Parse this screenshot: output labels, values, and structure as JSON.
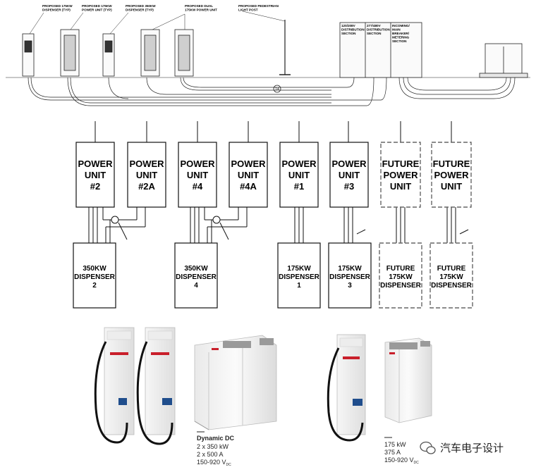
{
  "site_plan": {
    "callouts": [
      {
        "lines": [
          "PROPOSED 175KW",
          "DISPENSER (TYP)"
        ]
      },
      {
        "lines": [
          "PROPOSED 175KW",
          "POWER UNIT (TYP)"
        ]
      },
      {
        "lines": [
          "PROPOSED 350KW",
          "DISPENSER (TYP)"
        ]
      },
      {
        "lines": [
          "PROPOSED DUAL",
          "175KW POWER UNIT"
        ]
      },
      {
        "lines": [
          "PROPOSED PEDESTRIAN",
          "LIGHT POST"
        ]
      }
    ],
    "sections": [
      {
        "lines": [
          "120/208V",
          "DISTRIBUTION",
          "SECTION"
        ]
      },
      {
        "lines": [
          "277/480V",
          "DISTRIBUTION",
          "SECTION"
        ]
      },
      {
        "lines": [
          "INCOMING/",
          "MAIN",
          "BREAKER/",
          "METERING",
          "SECTION"
        ]
      }
    ],
    "marker": "14"
  },
  "power_units": [
    {
      "lines": [
        "POWER",
        "UNIT",
        "#2"
      ],
      "future": false
    },
    {
      "lines": [
        "POWER",
        "UNIT",
        "#2A"
      ],
      "future": false
    },
    {
      "lines": [
        "POWER",
        "UNIT",
        "#4"
      ],
      "future": false
    },
    {
      "lines": [
        "POWER",
        "UNIT",
        "#4A"
      ],
      "future": false
    },
    {
      "lines": [
        "POWER",
        "UNIT",
        "#1"
      ],
      "future": false
    },
    {
      "lines": [
        "POWER",
        "UNIT",
        "#3"
      ],
      "future": false
    },
    {
      "lines": [
        "FUTURE",
        "POWER",
        "UNIT"
      ],
      "future": true
    },
    {
      "lines": [
        "FUTURE",
        "POWER",
        "UNIT"
      ],
      "future": true
    }
  ],
  "dispensers": [
    {
      "lines": [
        "350KW",
        "DISPENSER",
        "2"
      ],
      "future": false
    },
    {
      "lines": [
        "350KW",
        "DISPENSER",
        "4"
      ],
      "future": false
    },
    {
      "lines": [
        "175KW",
        "DISPENSER",
        "1"
      ],
      "future": false
    },
    {
      "lines": [
        "175KW",
        "DISPENSER",
        "3"
      ],
      "future": false
    },
    {
      "lines": [
        "FUTURE",
        "175KW",
        "DISPENSER"
      ],
      "future": true
    },
    {
      "lines": [
        "FUTURE",
        "175KW",
        "DISPENSER"
      ],
      "future": true
    }
  ],
  "product_specs": [
    {
      "title": "Dynamic DC",
      "lines": [
        "2 x 350 kW",
        "2 x 500 A",
        "150-920 V"
      ],
      "subscript": "DC"
    },
    {
      "title": "",
      "lines": [
        "175 kW",
        "375 A",
        "150-920 V"
      ],
      "subscript": "DC"
    }
  ],
  "watermark": "汽车电子设计",
  "colors": {
    "line": "#111111",
    "future": "#777777",
    "cabinet": "#f2f2f2",
    "cable": "#1a1a1a",
    "accent_blue": "#1f4d8c"
  }
}
